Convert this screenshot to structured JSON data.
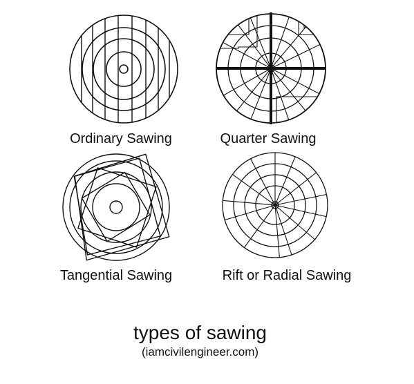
{
  "diagrams": [
    {
      "caption": "Ordinary Sawing"
    },
    {
      "caption": "Quarter Sawing"
    },
    {
      "caption": "Tangential Sawing"
    },
    {
      "caption": "Rift or Radial Sawing"
    }
  ],
  "title": "types of sawing",
  "credit": "(iamcivilengineer.com)"
}
